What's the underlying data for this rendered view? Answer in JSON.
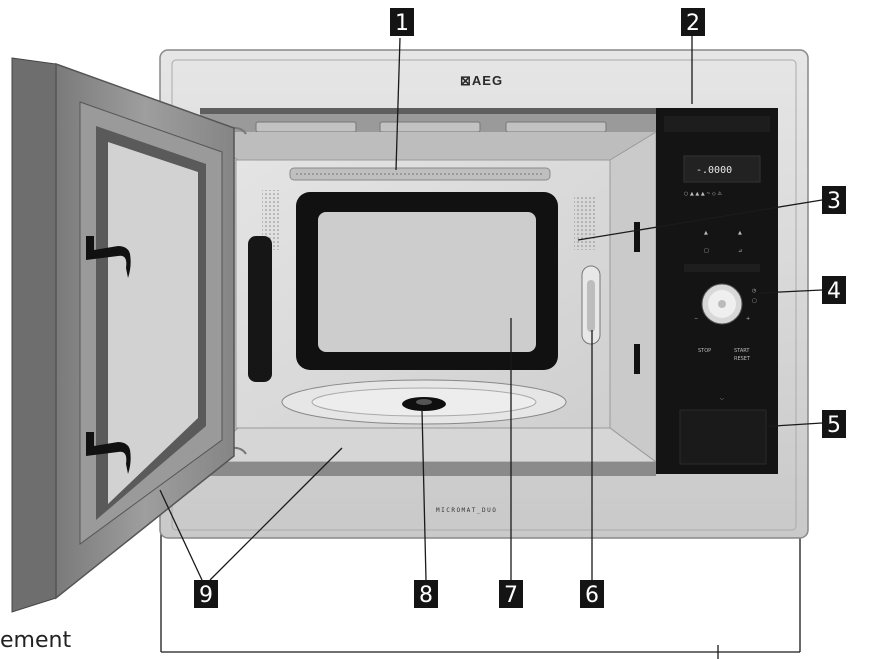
{
  "appliance": {
    "brand_logo": "⊠AEG",
    "model_text": "MICROMAT_DUO",
    "display_text": "-.0000",
    "button_labels": [
      "STOP",
      "START",
      "RESET"
    ]
  },
  "callouts": [
    {
      "id": "callout-1",
      "number": "1"
    },
    {
      "id": "callout-2",
      "number": "2"
    },
    {
      "id": "callout-3",
      "number": "3"
    },
    {
      "id": "callout-4",
      "number": "4"
    },
    {
      "id": "callout-5",
      "number": "5"
    },
    {
      "id": "callout-6",
      "number": "6"
    },
    {
      "id": "callout-7",
      "number": "7"
    },
    {
      "id": "callout-8",
      "number": "8"
    },
    {
      "id": "callout-9",
      "number": "9"
    }
  ],
  "caption_fragment": "ement",
  "colors": {
    "frame": "#d9d9d9",
    "cavity": "#dcdcdc",
    "window_glass": "#cfcfcf",
    "panel": "#141414",
    "door": "#8e8e8e",
    "callout_box": "#141414"
  }
}
